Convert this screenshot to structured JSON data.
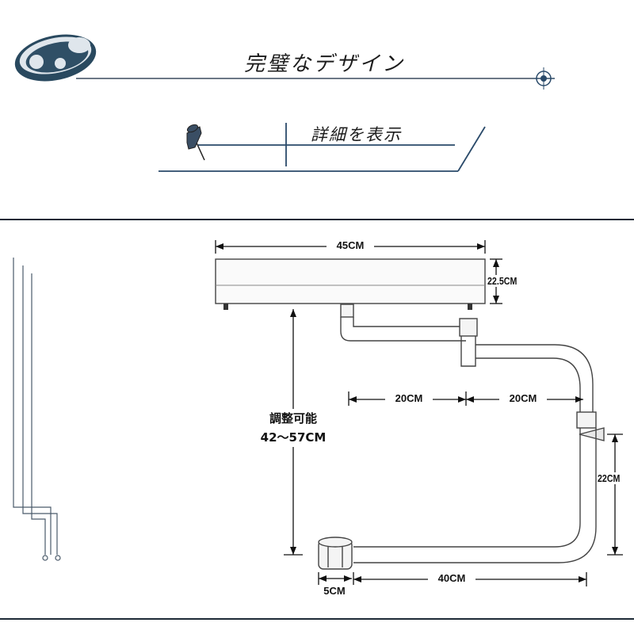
{
  "header": {
    "title": "完璧なデザイン",
    "subtitle": "詳細を表示"
  },
  "diagram": {
    "width_label": "45CM",
    "height_label": "22.5CM",
    "adjust_label": "調整可能",
    "adjust_range": "42～57CM",
    "arm_left_label": "20CM",
    "arm_right_label": "20CM",
    "vertical_label": "22CM",
    "base_label": "40CM",
    "clamp_label": "5CM"
  },
  "colors": {
    "navy": "#2a4a6a",
    "line": "#3a3a3a",
    "frame": "#1e2a36"
  }
}
